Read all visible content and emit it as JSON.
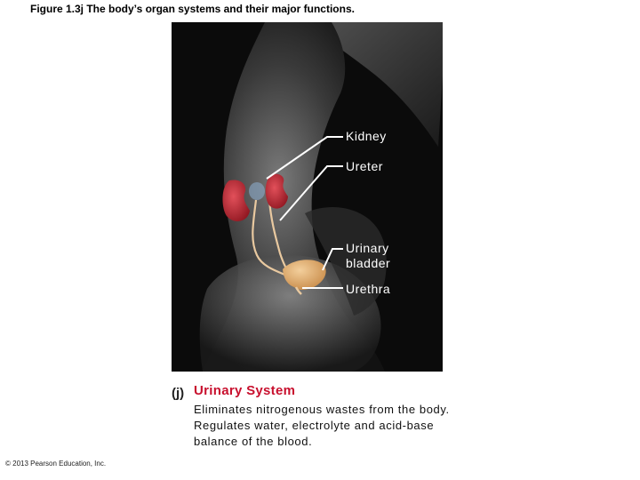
{
  "figure": {
    "title": "Figure 1.3j  The body’s organ systems and their major functions."
  },
  "diagram": {
    "labels": {
      "kidney": "Kidney",
      "ureter": "Ureter",
      "bladder": "Urinary bladder",
      "urethra": "Urethra"
    },
    "colors": {
      "background": "#0b0b0b",
      "kidney": "#b3202a",
      "ureter": "#e9c9a0",
      "bladder": "#e4b27a",
      "leader": "#ffffff"
    }
  },
  "panel": {
    "letter": "(j)",
    "heading": "Urinary System",
    "description": "Eliminates nitrogenous wastes from the body. Regulates water, electrolyte and acid-base balance of the blood."
  },
  "footer": {
    "copyright": "© 2013 Pearson Education, Inc."
  }
}
